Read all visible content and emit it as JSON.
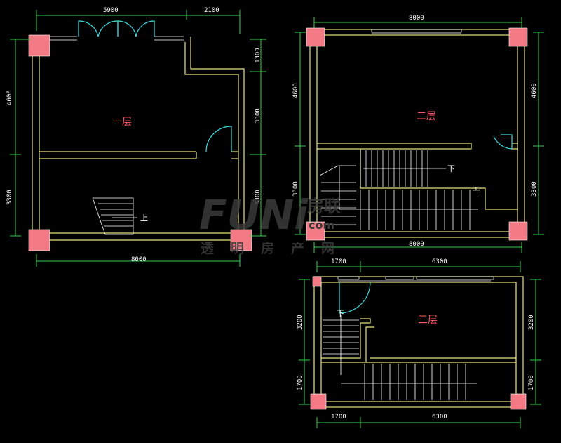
{
  "watermark": {
    "logo": "FUNi",
    "logo_cn": "房联",
    "logo_tail": "com",
    "tagline": "透明房产网"
  },
  "plan1": {
    "room_label": "一层",
    "stair_label": "上",
    "dims": {
      "top_a": "5900",
      "top_b": "2100",
      "bottom": "8000",
      "left_a": "4600",
      "left_b": "3300",
      "right_a": "1300",
      "right_b": "3300",
      "right_c": "3300"
    }
  },
  "plan2": {
    "room_label": "二层",
    "stair_label_a": "下",
    "stair_label_b": "上",
    "dims": {
      "top": "8000",
      "bottom": "8000",
      "left_a": "4600",
      "left_b": "3300",
      "right_a": "4600",
      "right_b": "3300"
    }
  },
  "plan3": {
    "room_label": "三层",
    "stair_label": "下",
    "dims": {
      "top_a": "1700",
      "top_b": "6300",
      "bottom_a": "1700",
      "bottom_b": "6300",
      "left_a": "3200",
      "left_b": "1700",
      "right_a": "3200",
      "right_b": "1700"
    }
  },
  "colors": {
    "wall": "#e8e27a",
    "dim_line": "#2fd24a",
    "column": "#f47a86",
    "door": "#3fd8dc",
    "stair": "#ffffff",
    "room_label": "#ff5a6a"
  }
}
